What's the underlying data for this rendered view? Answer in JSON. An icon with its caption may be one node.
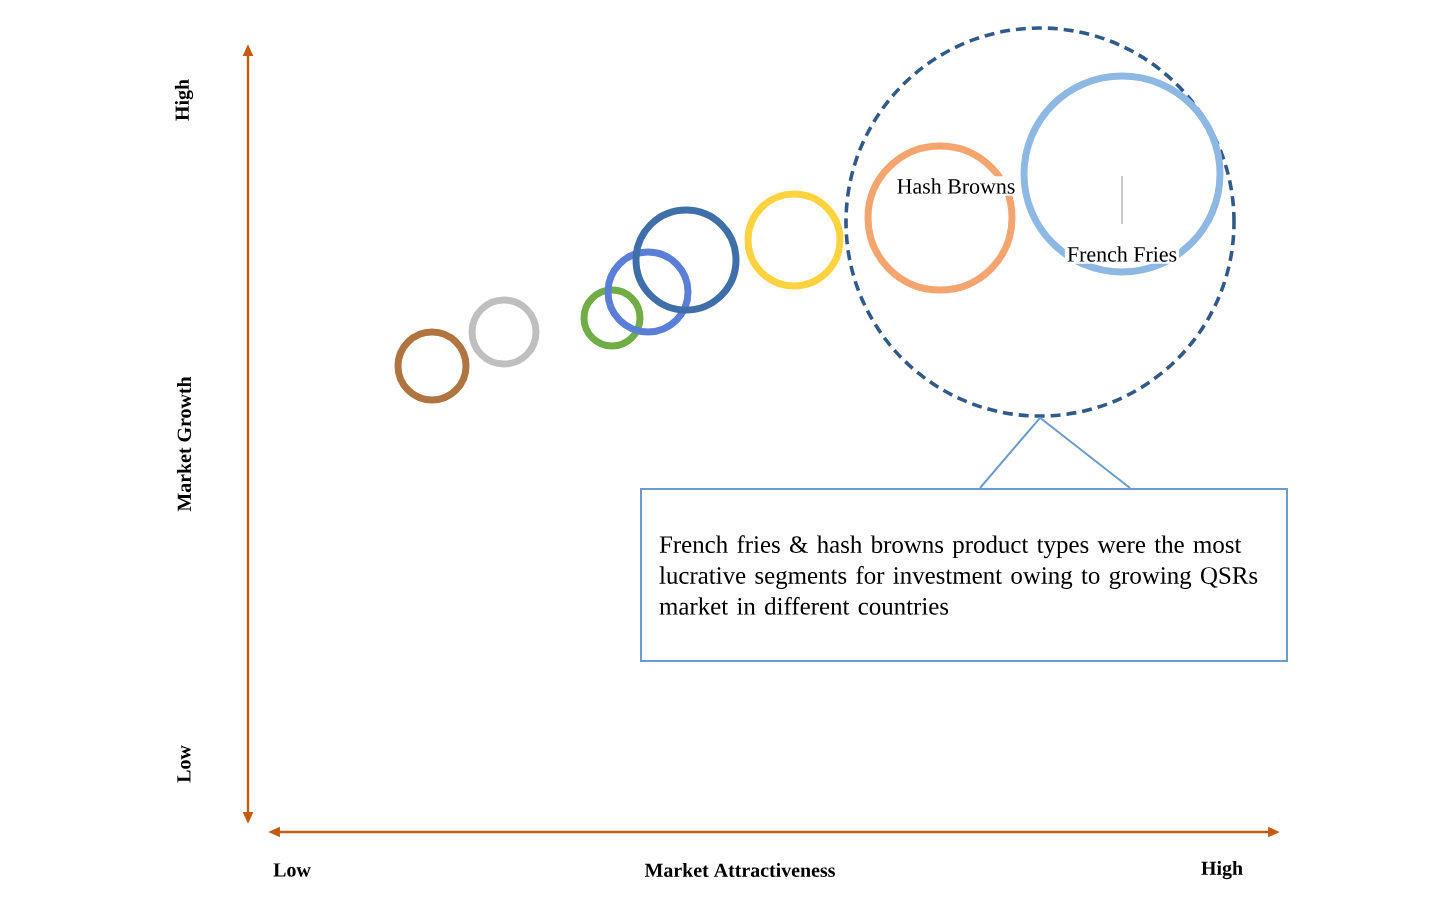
{
  "diagram": {
    "nodes": [
      {
        "text": [],
        "shape": "circle"
      },
      {
        "text": [],
        "shape": "circle"
      },
      {
        "text": [],
        "shape": "circle"
      },
      {
        "text": [],
        "shape": "circle"
      },
      {
        "text": [],
        "shape": "circle"
      },
      {
        "text": [],
        "shape": "circle"
      },
      {
        "text": [],
        "shape": "circle"
      },
      {
        "text": [
          "Hash Browns"
        ],
        "in": 6
      },
      {
        "text": [
          "French Fries"
        ],
        "in": 6
      },
      {
        "text": [
          "French fries & hash browns product types were the most lucrative segments for investment owing to growing QSRs market in different countries"
        ]
      }
    ],
    "edges": [
      {
        "from": 9,
        "to": 6,
        "arrow": "none"
      }
    ],
    "labels": [
      "High",
      "Market Growth",
      "Low",
      "Low",
      "Market Attractiveness",
      "High"
    ]
  }
}
